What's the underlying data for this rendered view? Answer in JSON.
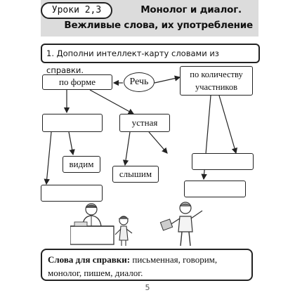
{
  "header": {
    "lesson": "Уроки 2,3",
    "title_line1": "Монолог и диалог.",
    "title_line2": "Вежливые слова, их употребление"
  },
  "task": {
    "text": "1. Дополни интеллект-карту словами из справки."
  },
  "map": {
    "center": "Речь",
    "by_form": "по форме",
    "by_count": "по количеству участников",
    "oral": "устная",
    "see": "видим",
    "hear": "слышим"
  },
  "words": {
    "label": "Слова для справки:",
    "list": "письменная, говорим, монолог, пишем, диалог."
  },
  "page_number": "5"
}
